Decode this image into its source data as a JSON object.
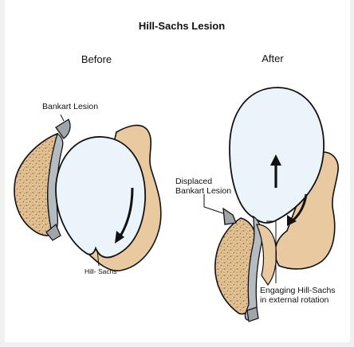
{
  "title": "Hill-Sachs Lesion",
  "panels": {
    "before": {
      "label": "Before",
      "bankart_label": "Bankart Lesion",
      "hill_sachs_label": "Hill- Sachs"
    },
    "after": {
      "label": "After",
      "displaced_label_line1": "Displaced",
      "displaced_label_line2": "Bankart Lesion",
      "engaging_label_line1": "Engaging Hill-Sachs",
      "engaging_label_line2": "in external rotation"
    }
  },
  "colors": {
    "bone_tan": "#e8c9a0",
    "bone_speckle": "#8a6a40",
    "humeral_head": "#eaf4fa",
    "labrum_grey": "#a9adb0",
    "outline": "#111111"
  }
}
